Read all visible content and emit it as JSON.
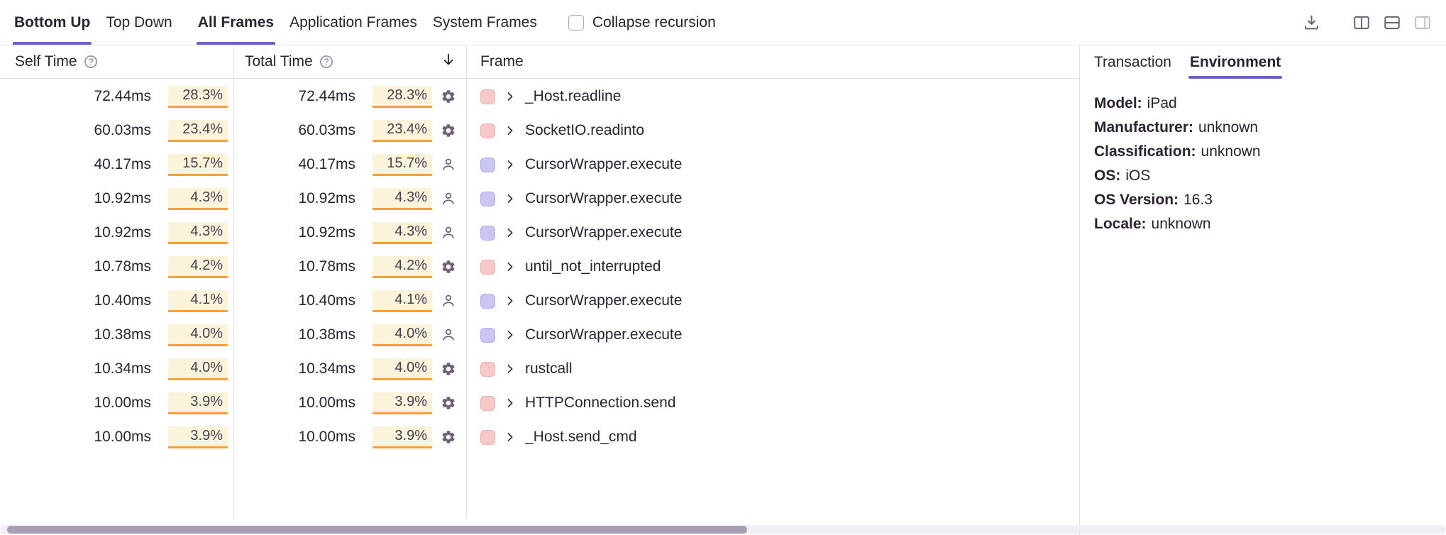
{
  "tabs": {
    "view_modes": [
      {
        "label": "Bottom Up",
        "active": true
      },
      {
        "label": "Top Down",
        "active": false
      }
    ],
    "frame_filters": [
      {
        "label": "All Frames",
        "active": true
      },
      {
        "label": "Application Frames",
        "active": false
      },
      {
        "label": "System Frames",
        "active": false
      }
    ],
    "collapse_recursion_label": "Collapse recursion",
    "collapse_recursion_checked": false
  },
  "toolbar": {
    "icons": [
      "download-icon",
      "split-columns-icon",
      "split-rows-icon",
      "sidebar-right-icon"
    ]
  },
  "table": {
    "columns": {
      "self_time": "Self Time",
      "total_time": "Total Time",
      "frame": "Frame"
    },
    "sort": {
      "column": "Total Time",
      "direction": "descending"
    },
    "rows": [
      {
        "self_time": "72.44ms",
        "self_pct": "28.3%",
        "total_time": "72.44ms",
        "total_pct": "28.3%",
        "icon": "gear",
        "type": "system",
        "name": "_Host.readline"
      },
      {
        "self_time": "60.03ms",
        "self_pct": "23.4%",
        "total_time": "60.03ms",
        "total_pct": "23.4%",
        "icon": "gear",
        "type": "system",
        "name": "SocketIO.readinto"
      },
      {
        "self_time": "40.17ms",
        "self_pct": "15.7%",
        "total_time": "40.17ms",
        "total_pct": "15.7%",
        "icon": "user",
        "type": "application",
        "name": "CursorWrapper.execute"
      },
      {
        "self_time": "10.92ms",
        "self_pct": "4.3%",
        "total_time": "10.92ms",
        "total_pct": "4.3%",
        "icon": "user",
        "type": "application",
        "name": "CursorWrapper.execute"
      },
      {
        "self_time": "10.92ms",
        "self_pct": "4.3%",
        "total_time": "10.92ms",
        "total_pct": "4.3%",
        "icon": "user",
        "type": "application",
        "name": "CursorWrapper.execute"
      },
      {
        "self_time": "10.78ms",
        "self_pct": "4.2%",
        "total_time": "10.78ms",
        "total_pct": "4.2%",
        "icon": "gear",
        "type": "system",
        "name": "until_not_interrupted"
      },
      {
        "self_time": "10.40ms",
        "self_pct": "4.1%",
        "total_time": "10.40ms",
        "total_pct": "4.1%",
        "icon": "user",
        "type": "application",
        "name": "CursorWrapper.execute"
      },
      {
        "self_time": "10.38ms",
        "self_pct": "4.0%",
        "total_time": "10.38ms",
        "total_pct": "4.0%",
        "icon": "user",
        "type": "application",
        "name": "CursorWrapper.execute"
      },
      {
        "self_time": "10.34ms",
        "self_pct": "4.0%",
        "total_time": "10.34ms",
        "total_pct": "4.0%",
        "icon": "gear",
        "type": "system",
        "name": "rustcall"
      },
      {
        "self_time": "10.00ms",
        "self_pct": "3.9%",
        "total_time": "10.00ms",
        "total_pct": "3.9%",
        "icon": "gear",
        "type": "system",
        "name": "HTTPConnection.send"
      },
      {
        "self_time": "10.00ms",
        "self_pct": "3.9%",
        "total_time": "10.00ms",
        "total_pct": "3.9%",
        "icon": "gear",
        "type": "system",
        "name": "_Host.send_cmd"
      }
    ]
  },
  "details_panel": {
    "tabs": [
      {
        "label": "Transaction",
        "active": false
      },
      {
        "label": "Environment",
        "active": true
      }
    ],
    "environment": [
      {
        "label": "Model:",
        "value": "iPad"
      },
      {
        "label": "Manufacturer:",
        "value": "unknown"
      },
      {
        "label": "Classification:",
        "value": "unknown"
      },
      {
        "label": "OS:",
        "value": "iOS"
      },
      {
        "label": "OS Version:",
        "value": "16.3"
      },
      {
        "label": "Locale:",
        "value": "unknown"
      }
    ]
  },
  "theme": {
    "accent": "#6C5FC7",
    "percent_cell_background": "#FCF4DA",
    "percent_cell_underline": "#F2A43B",
    "system_frame_color": "#F7C9C9",
    "application_frame_color": "#C9C6F4"
  }
}
